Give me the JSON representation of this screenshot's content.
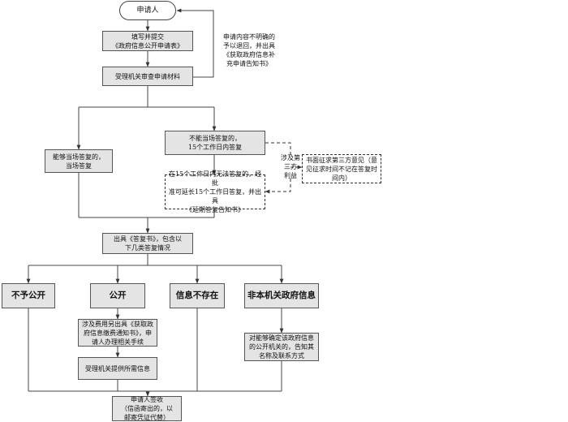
{
  "nodes": {
    "applicant": "申请人",
    "fill_submit": "填写并提交\n《政府信息公开申请表》",
    "review": "受理机关审查申请材料",
    "supplement_note": "申请内容不明确的\n予以退回，并出具\n《获取政府信息补\n充申请告知书》",
    "immediate_reply": "能够当场答复的，\n当场答复",
    "non_immediate": "不能当场答复的，\n15个工作日内答复",
    "third_party_label": "涉及第\n三方\n利益",
    "third_party_opinion": "书面征求第三方意见（意\n见征求时间不记在答复时\n间内）",
    "extension": "在15个工作日内无法答复的，经批\n准可延长15个工作日答复，并出具\n《延期答复告知书》",
    "issue_reply": "出具《答复书》，包含以\n下几类答复情况",
    "cat_no_disclosure": "不予公开",
    "cat_disclosure": "公开",
    "cat_not_exist": "信息不存在",
    "cat_other_agency": "非本机关政府信息",
    "fee_notice": "涉及费用另出具《获取政\n府信息缴费通知书》，申\n请人办理相关手续",
    "provide_info": "受理机关提供所需信息",
    "other_agency_note": "对能够确定该政府信息\n的公开机关的，告知其\n名称及联系方式",
    "sign_receipt": "申请人签收\n（信函寄出的，以\n邮寄凭证代替）"
  },
  "colors": {
    "box_fill": "#e4e4e4",
    "line": "#444444"
  }
}
